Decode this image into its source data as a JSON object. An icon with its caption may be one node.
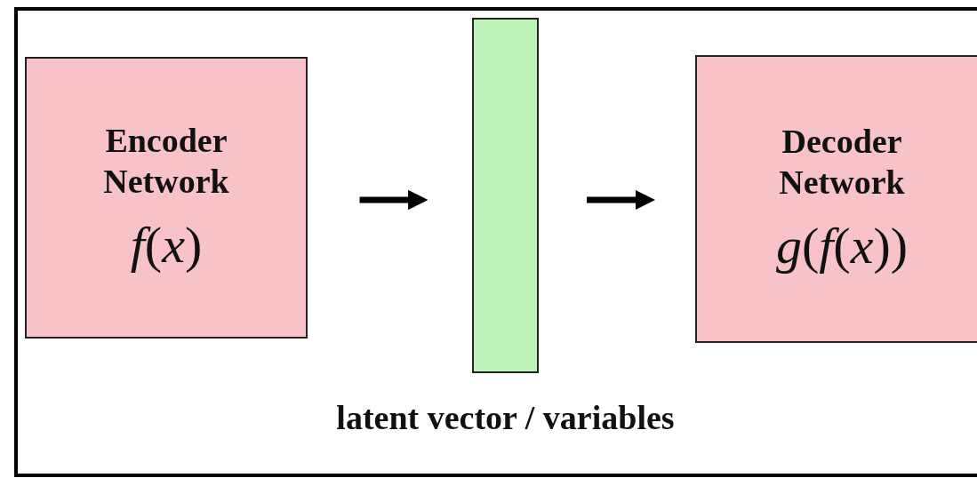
{
  "diagram": {
    "nodes": [
      {
        "text": [
          "Encoder Network",
          "*f*(*x*)"
        ]
      },
      {
        "text": [],
        "shape": "bar",
        "beside": [
          "latent vector / variables"
        ]
      },
      {
        "text": [
          "Decoder Network",
          "*g*(*f*(*x*))"
        ]
      }
    ],
    "edges": [
      {
        "from": 0,
        "to": 1,
        "arrow": "to"
      },
      {
        "from": 1,
        "to": 2,
        "arrow": "to"
      }
    ]
  }
}
